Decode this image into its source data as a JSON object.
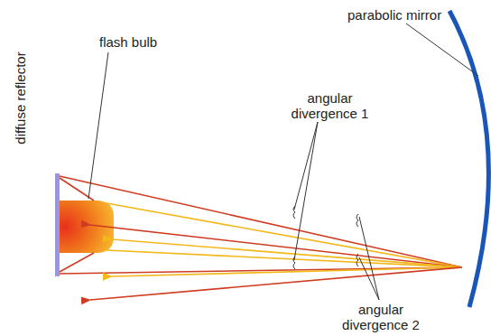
{
  "diagram": {
    "labels": [
      "diffuse reflector",
      "flash bulb",
      "parabolic mirror",
      "angular divergence 1",
      "angular divergence 2"
    ]
  }
}
